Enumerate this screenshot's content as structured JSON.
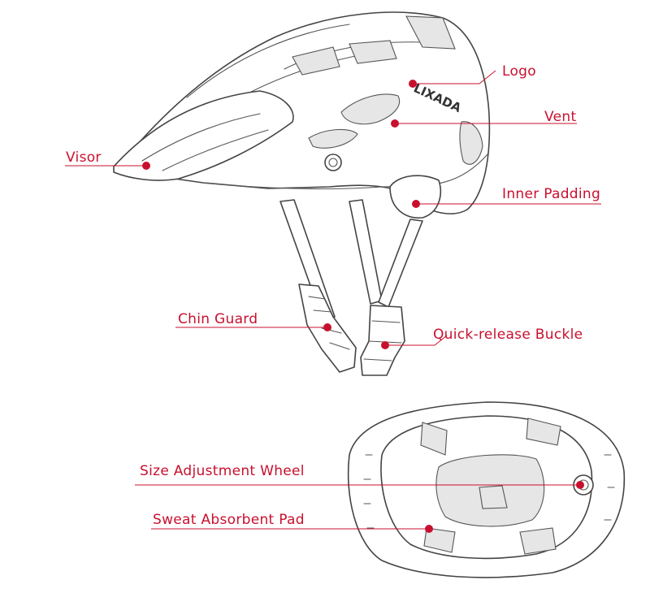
{
  "colors": {
    "accent": "#c8102e",
    "sketch": "#444444",
    "background": "#ffffff"
  },
  "helmet": {
    "logo_text": "LIXADA"
  },
  "labels": [
    {
      "id": "logo",
      "text": "Logo"
    },
    {
      "id": "vent",
      "text": "Vent"
    },
    {
      "id": "visor",
      "text": "Visor"
    },
    {
      "id": "inner-padding",
      "text": "Inner Padding"
    },
    {
      "id": "chin-guard",
      "text": "Chin Guard"
    },
    {
      "id": "quick-release-buckle",
      "text": "Quick-release Buckle"
    },
    {
      "id": "size-adjustment-wheel",
      "text": "Size Adjustment Wheel"
    },
    {
      "id": "sweat-absorbent-pad",
      "text": "Sweat Absorbent Pad"
    }
  ]
}
